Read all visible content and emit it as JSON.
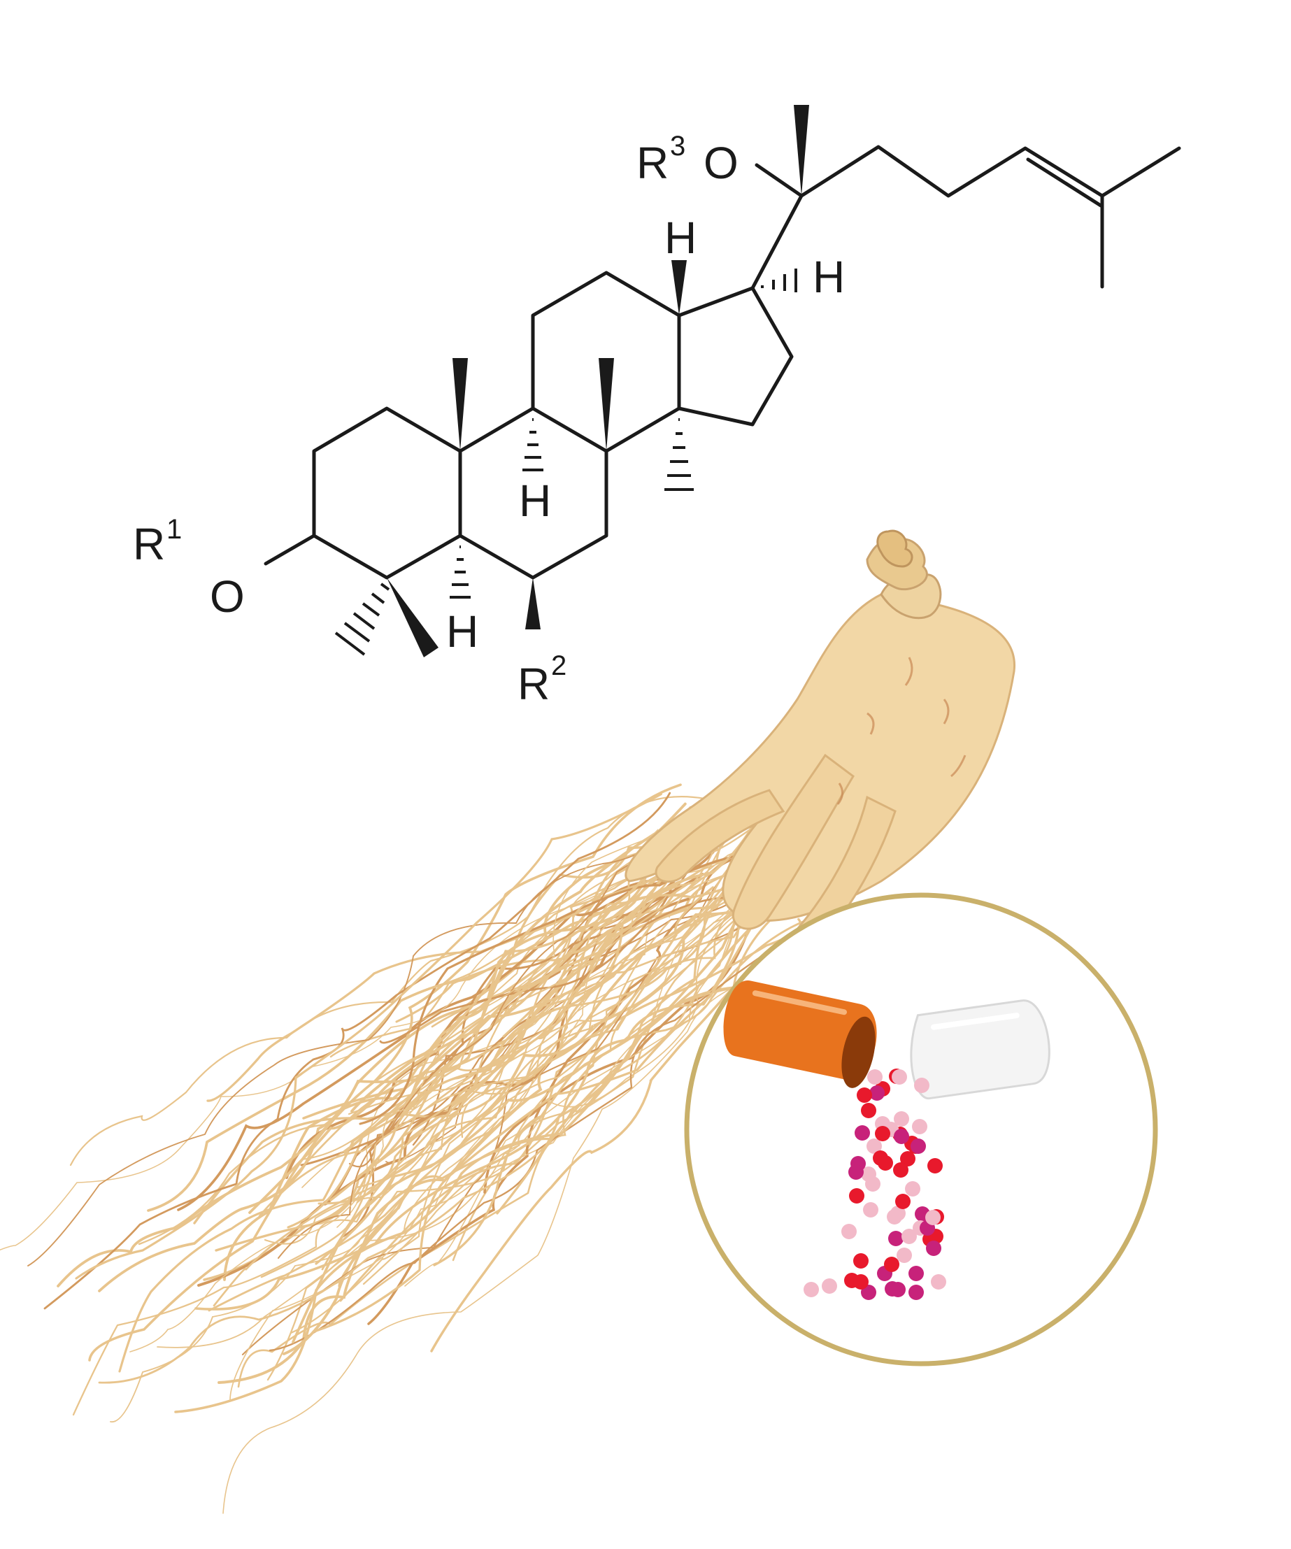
{
  "molecule": {
    "labels": {
      "r1_symbol": "R",
      "r1_sup": "1",
      "r1_oxygen": "O",
      "r2_symbol": "R",
      "r2_sup": "2",
      "r3_symbol": "R",
      "r3_sup": "3",
      "r3_oxygen": "O",
      "h": "H"
    }
  },
  "illustration": {
    "root_color": "#F2D7A6",
    "root_shadow": "#D9B27A",
    "hair_color": "#E8C48C",
    "ring_color": "#C9B06A",
    "capsule_orange": "#E8731E",
    "capsule_white": "#F4F4F4",
    "bead_colors": [
      "#E8192C",
      "#C7227A",
      "#F2B9C8"
    ]
  }
}
